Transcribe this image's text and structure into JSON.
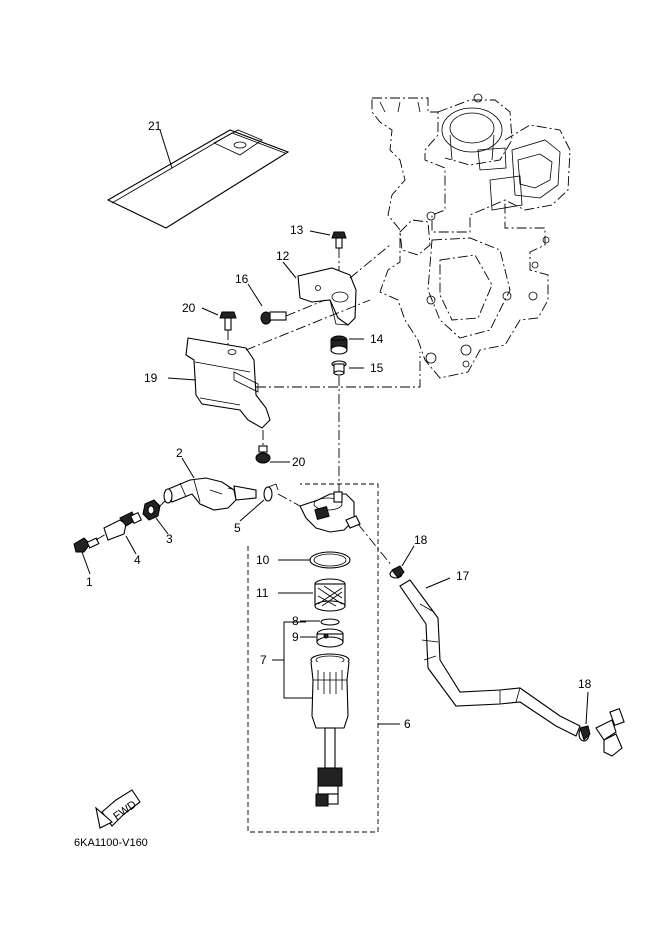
{
  "diagram_code": "6KA1100-V160",
  "direction_label": "FWD",
  "callouts": {
    "c1": "1",
    "c2": "2",
    "c3": "3",
    "c4": "4",
    "c5": "5",
    "c6": "6",
    "c7": "7",
    "c8": "8",
    "c9": "9",
    "c10": "10",
    "c11": "11",
    "c12": "12",
    "c13": "13",
    "c14": "14",
    "c15": "15",
    "c16": "16",
    "c17": "17",
    "c18a": "18",
    "c18b": "18",
    "c19": "19",
    "c20a": "20",
    "c20b": "20",
    "c21": "21"
  }
}
